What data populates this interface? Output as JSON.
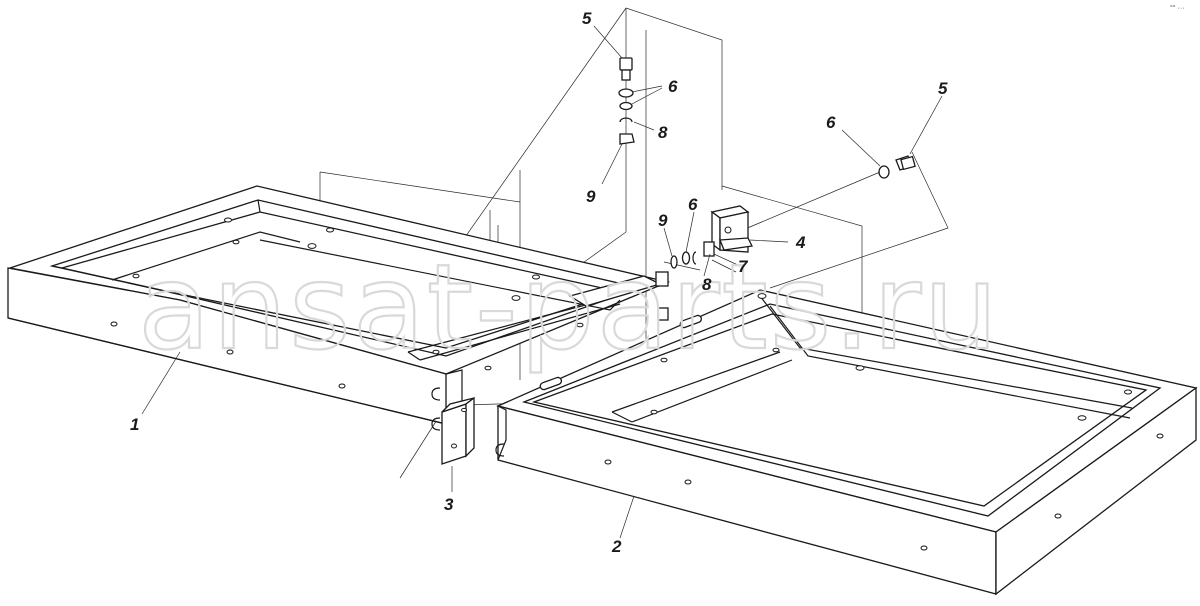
{
  "watermark": "ansat-parts.ru",
  "corner_mark": "°° ···",
  "callouts": [
    {
      "id": "frame-left",
      "label": "1"
    },
    {
      "id": "frame-right",
      "label": "2"
    },
    {
      "id": "bracket-bottom",
      "label": "3"
    },
    {
      "id": "bracket-top",
      "label": "4"
    },
    {
      "id": "bolt-top",
      "label": "5"
    },
    {
      "id": "washer-top",
      "label": "6"
    },
    {
      "id": "spring-washer-top",
      "label": "8"
    },
    {
      "id": "nut-top",
      "label": "9"
    },
    {
      "id": "bolt-right",
      "label": "5"
    },
    {
      "id": "washer-right",
      "label": "6"
    },
    {
      "id": "nut-mid",
      "label": "9"
    },
    {
      "id": "washer-mid",
      "label": "6"
    },
    {
      "id": "spring-washer-mid",
      "label": "8"
    },
    {
      "id": "plate-mid",
      "label": "7"
    }
  ]
}
